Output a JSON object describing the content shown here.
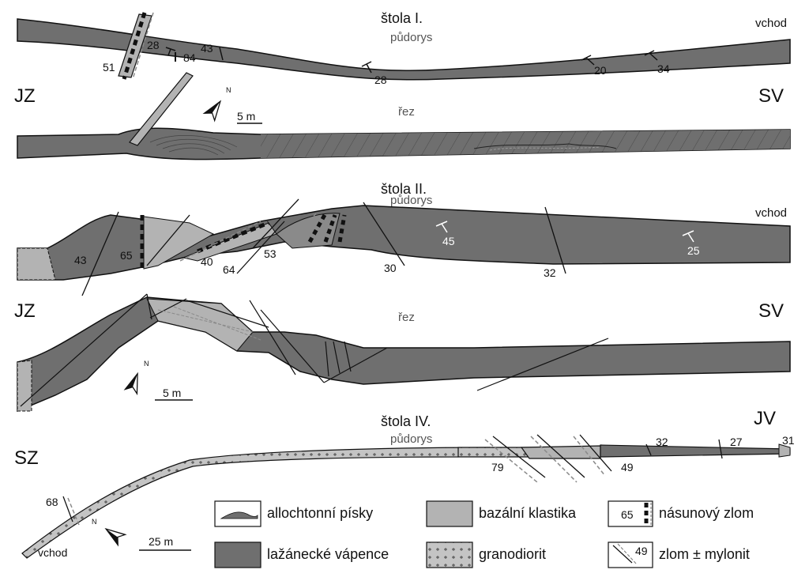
{
  "colors": {
    "limestone": "#6f6f6f",
    "clastics": "#b3b3b3",
    "granodiorite": "#bdbdbd",
    "outline": "#111111",
    "fault_gray": "#8a8a8a"
  },
  "adit1": {
    "title": "štola I.",
    "plan_label": "půdorys",
    "section_label": "řez",
    "entrance": "vchod",
    "left_dir": "JZ",
    "right_dir": "SV",
    "scale": "5 m",
    "north": "N",
    "dips": [
      "51",
      "28",
      "84",
      "43",
      "28",
      "20",
      "34"
    ]
  },
  "adit2": {
    "title": "štola II.",
    "plan_label": "půdorys",
    "section_label": "řez",
    "entrance": "vchod",
    "left_dir": "JZ",
    "right_dir": "SV",
    "scale": "5 m",
    "north": "N",
    "dips": [
      "43",
      "65",
      "40",
      "64",
      "53",
      "30",
      "45",
      "32",
      "25"
    ]
  },
  "adit4": {
    "title": "štola IV.",
    "plan_label": "půdorys",
    "entrance": "vchod",
    "left_dir": "SZ",
    "right_dir": "JV",
    "scale": "25 m",
    "north": "N",
    "dips": [
      "68",
      "79",
      "49",
      "32",
      "27",
      "31"
    ]
  },
  "legend": {
    "sands": "allochtonní písky",
    "clastics": "bazální klastika",
    "thrust": "násunový zlom",
    "thrust_sample": "65",
    "limestone": "lažánecké vápence",
    "granodiorite": "granodiorit",
    "fault": "zlom ± mylonit",
    "fault_sample": "49"
  }
}
